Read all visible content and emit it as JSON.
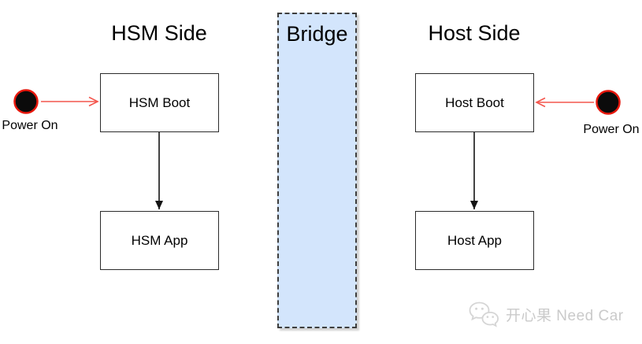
{
  "diagram": {
    "hsm": {
      "title": "HSM Side",
      "power_label": "Power On",
      "boot": "HSM Boot",
      "app": "HSM App"
    },
    "bridge": {
      "title": "Bridge"
    },
    "host": {
      "title": "Host Side",
      "power_label": "Power On",
      "boot": "Host Boot",
      "app": "Host App"
    }
  },
  "watermark": {
    "icon": "wechat-icon",
    "text": "开心果 Need Car"
  },
  "colors": {
    "background": "#ffffff",
    "bridge_fill": "#d3e5fc",
    "bridge_border": "#3e3e3e",
    "node_border": "#2b2b2b",
    "edge_black": "#141414",
    "edge_red": "#f4564d",
    "power_circle_fill": "#0b0b0b",
    "power_circle_ring": "#e7170c",
    "watermark_gray": "#c8c8c8"
  }
}
